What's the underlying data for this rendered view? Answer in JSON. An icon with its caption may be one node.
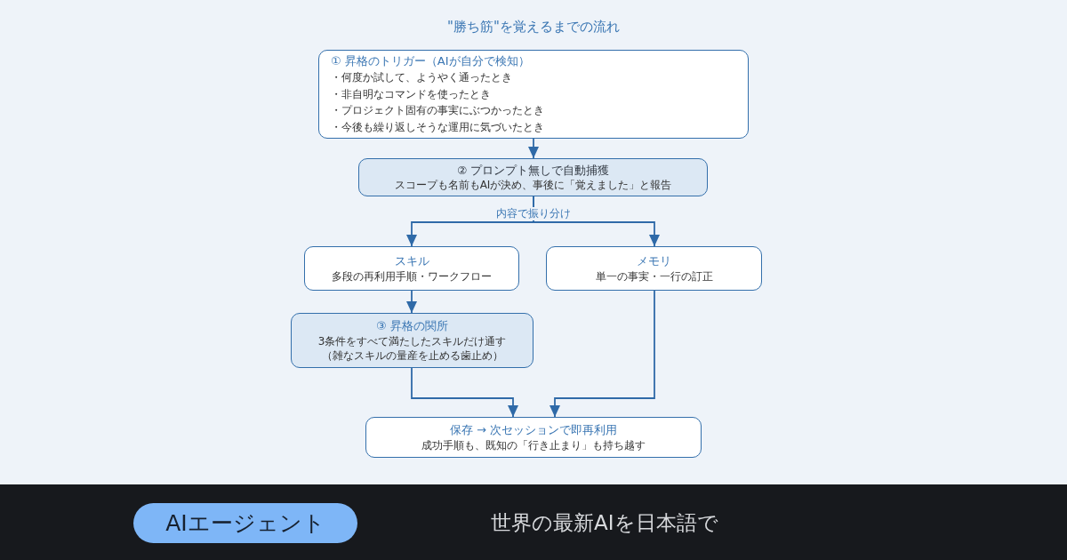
{
  "diagram": {
    "title": "\"勝ち筋\"を覚えるまでの流れ",
    "nodes": [
      {
        "text": [
          "① 昇格のトリガー（AIが自分で検知）",
          "・何度か試して、ようやく通ったとき",
          "・非自明なコマンドを使ったとき",
          "・プロジェクト固有の事実にぶつかったとき",
          "・今後も繰り返しそうな運用に気づいたとき"
        ]
      },
      {
        "text": [
          "② プロンプト無しで自動捕獲",
          "スコープも名前もAIが決め、事後に「覚えました」と報告"
        ]
      },
      {
        "text": [
          "スキル",
          "多段の再利用手順・ワークフロー"
        ]
      },
      {
        "text": [
          "メモリ",
          "単一の事実・一行の訂正"
        ]
      },
      {
        "text": [
          "③ 昇格の関所",
          "3条件をすべて満たしたスキルだけ通す",
          "（雑なスキルの量産を止める歯止め）"
        ]
      },
      {
        "text": [
          "保存 → 次セッションで即再利用",
          "成功手順も、既知の「行き止まり」も持ち越す"
        ]
      }
    ],
    "edges": [
      {
        "from": 0,
        "to": 1,
        "arrow": "to"
      },
      {
        "from": 1,
        "to": 2,
        "arrow": "to",
        "label": "内容で振り分け"
      },
      {
        "from": 1,
        "to": 3,
        "arrow": "to"
      },
      {
        "from": 2,
        "to": 4,
        "arrow": "to"
      },
      {
        "from": 4,
        "to": 5,
        "arrow": "to"
      },
      {
        "from": 3,
        "to": 5,
        "arrow": "to"
      }
    ],
    "labels": [
      "AIエージェント",
      "世界の最新AIを日本語で"
    ]
  }
}
